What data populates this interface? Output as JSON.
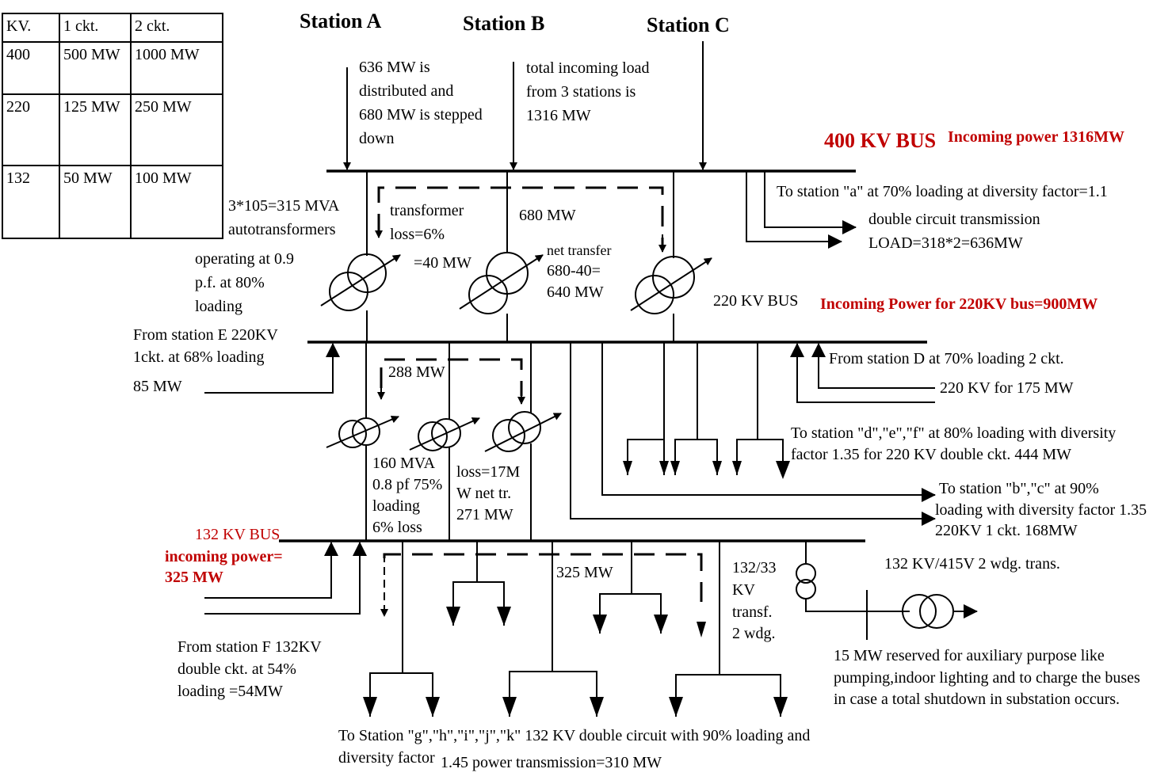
{
  "table": {
    "headers": [
      "KV.",
      "1 ckt.",
      "2 ckt."
    ],
    "rows": [
      [
        "400",
        "500 MW",
        "1000 MW"
      ],
      [
        "220",
        "125 MW",
        "250 MW"
      ],
      [
        "132",
        "50 MW",
        "100 MW"
      ]
    ]
  },
  "stations": {
    "a": "Station A",
    "b": "Station B",
    "c": "Station C"
  },
  "bus400": {
    "label": "400 KV BUS",
    "incoming": "Incoming power 1316MW"
  },
  "bus220": {
    "label": "220 KV BUS",
    "incoming": "Incoming Power for 220KV bus=900MW"
  },
  "bus132": {
    "label": "132 KV BUS",
    "incoming1": "incoming power=",
    "incoming2": "325 MW"
  },
  "notes": {
    "dist1": "636 MW is",
    "dist2": "distributed and",
    "dist3": "680 MW is stepped",
    "dist4": "down",
    "total1": "total incoming load",
    "total2": "from 3 stations is",
    "total3": "1316 MW",
    "auto1": "3*105=315 MVA",
    "auto2": "autotransformers",
    "auto3": "operating at 0.9",
    "auto4": "p.f. at 80%",
    "auto5": "loading",
    "tloss1": "transformer",
    "tloss2": "loss=6%",
    "tloss3": "=40 MW",
    "mw680": "680 MW",
    "net1": "net transfer",
    "net2": "680-40=",
    "net3": "640 MW",
    "stA1": "To station \"a\" at 70% loading at diversity factor=1.1",
    "stA2": "double circuit transmission",
    "stA3": "LOAD=318*2=636MW",
    "stE1": "From station E 220KV",
    "stE2": "1ckt. at 68% loading",
    "stE3": "85 MW",
    "stD1": "From station D at 70% loading 2 ckt.",
    "stD2": "220 KV for 175 MW",
    "mw288": "288 MW",
    "t1601": "160 MVA",
    "t1602": "0.8 pf 75%",
    "t1603": "loading",
    "t1604": "6% loss",
    "loss171": "loss=17M",
    "loss172": "W net tr.",
    "loss173": "271 MW",
    "stDEF1": "To station \"d\",\"e\",\"f\" at 80% loading with diversity",
    "stDEF2": "factor 1.35 for 220 KV double ckt. 444 MW",
    "stBC1": "To station \"b\",\"c\" at 90%",
    "stBC2": "loading with diversity factor 1.35",
    "stBC3": "220KV 1 ckt. 168MW",
    "mw325": "325 MW",
    "t1321": "132/33",
    "t1322": "KV",
    "t1323": "transf.",
    "t1324": "2 wdg.",
    "t415": "132 KV/415V 2 wdg. trans.",
    "stF1": "From station F 132KV",
    "stF2": "double ckt. at 54%",
    "stF3": "loading =54MW",
    "aux1": "15 MW reserved for auxiliary purpose like",
    "aux2": "pumping,indoor lighting and to charge the buses",
    "aux3": "in case a total shutdown in substation occurs.",
    "stG1": "To Station \"g\",\"h\",\"i\",\"j\",\"k\" 132 KV double circuit with 90% loading and",
    "stG2": "diversity factor",
    "stG3": "1.45 power transmission=310 MW"
  }
}
